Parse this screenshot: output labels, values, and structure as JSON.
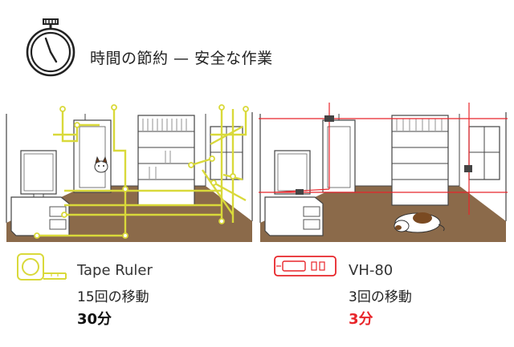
{
  "header": {
    "icon": "stopwatch-icon",
    "title": "時間の節約 — 安全な作業"
  },
  "colors": {
    "tape_lines": "#d9d93a",
    "laser_lines": "#e8252a",
    "floor": "#8b6a4a",
    "time_highlight": "#e8252a",
    "time_normal": "#111111"
  },
  "left": {
    "device_icon": "tape-measure-icon",
    "name": "Tape Ruler",
    "moves": "15回の移動",
    "time": "30分"
  },
  "right": {
    "device_icon": "laser-meter-icon",
    "name": "VH-80",
    "moves": "3回の移動",
    "time": "3分"
  }
}
